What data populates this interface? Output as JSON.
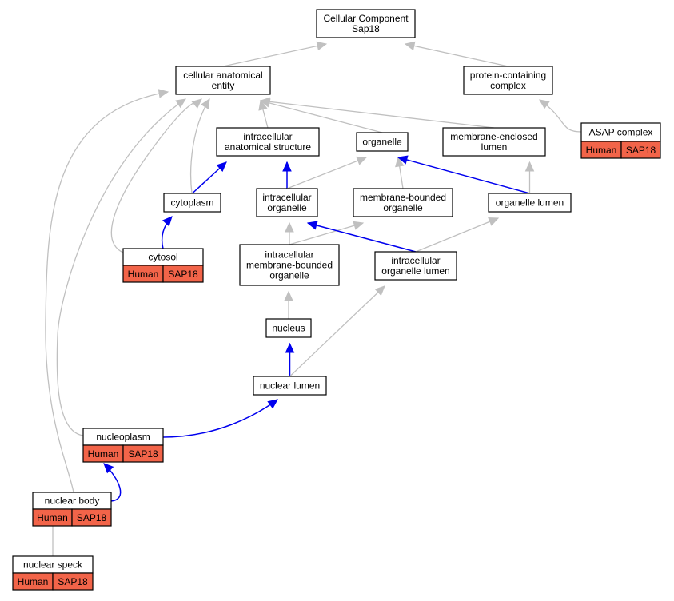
{
  "colors": {
    "annotation_fill": "#f26449",
    "edge_is_a": "#c0c0c0",
    "edge_highlight": "#0000ee",
    "node_border": "#000000",
    "node_fill": "#ffffff"
  },
  "nodes": {
    "root": {
      "lines": [
        "Cellular Component",
        "Sap18"
      ]
    },
    "cellular_anatomical_entity": {
      "lines": [
        "cellular anatomical",
        "entity"
      ]
    },
    "protein_containing_complex": {
      "lines": [
        "protein-containing",
        "complex"
      ]
    },
    "intracellular_anatomical_structure": {
      "lines": [
        "intracellular",
        "anatomical structure"
      ]
    },
    "organelle": {
      "lines": [
        "organelle"
      ]
    },
    "membrane_enclosed_lumen": {
      "lines": [
        "membrane-enclosed",
        "lumen"
      ]
    },
    "asap_complex": {
      "lines": [
        "ASAP complex"
      ],
      "annotation": {
        "species": "Human",
        "gene": "SAP18"
      }
    },
    "cytoplasm": {
      "lines": [
        "cytoplasm"
      ]
    },
    "intracellular_organelle": {
      "lines": [
        "intracellular",
        "organelle"
      ]
    },
    "membrane_bounded_organelle": {
      "lines": [
        "membrane-bounded",
        "organelle"
      ]
    },
    "organelle_lumen": {
      "lines": [
        "organelle lumen"
      ]
    },
    "cytosol": {
      "lines": [
        "cytosol"
      ],
      "annotation": {
        "species": "Human",
        "gene": "SAP18"
      }
    },
    "intracellular_membrane_bounded_organelle": {
      "lines": [
        "intracellular",
        "membrane-bounded",
        "organelle"
      ]
    },
    "intracellular_organelle_lumen": {
      "lines": [
        "intracellular",
        "organelle lumen"
      ]
    },
    "nucleus": {
      "lines": [
        "nucleus"
      ]
    },
    "nuclear_lumen": {
      "lines": [
        "nuclear lumen"
      ]
    },
    "nucleoplasm": {
      "lines": [
        "nucleoplasm"
      ],
      "annotation": {
        "species": "Human",
        "gene": "SAP18"
      }
    },
    "nuclear_body": {
      "lines": [
        "nuclear body"
      ],
      "annotation": {
        "species": "Human",
        "gene": "SAP18"
      }
    },
    "nuclear_speck": {
      "lines": [
        "nuclear speck"
      ],
      "annotation": {
        "species": "Human",
        "gene": "SAP18"
      }
    }
  },
  "edges": [
    {
      "from": "cellular_anatomical_entity",
      "to": "root",
      "style": "grey"
    },
    {
      "from": "protein_containing_complex",
      "to": "root",
      "style": "grey"
    },
    {
      "from": "asap_complex",
      "to": "protein_containing_complex",
      "style": "grey"
    },
    {
      "from": "intracellular_anatomical_structure",
      "to": "cellular_anatomical_entity",
      "style": "grey"
    },
    {
      "from": "organelle",
      "to": "cellular_anatomical_entity",
      "style": "grey"
    },
    {
      "from": "membrane_enclosed_lumen",
      "to": "cellular_anatomical_entity",
      "style": "grey"
    },
    {
      "from": "cytoplasm",
      "to": "cellular_anatomical_entity",
      "style": "grey"
    },
    {
      "from": "cytosol",
      "to": "cellular_anatomical_entity",
      "style": "grey"
    },
    {
      "from": "nucleoplasm",
      "to": "cellular_anatomical_entity",
      "style": "grey"
    },
    {
      "from": "nuclear_body",
      "to": "cellular_anatomical_entity",
      "style": "grey"
    },
    {
      "from": "cytoplasm",
      "to": "intracellular_anatomical_structure",
      "style": "blue"
    },
    {
      "from": "intracellular_organelle",
      "to": "intracellular_anatomical_structure",
      "style": "blue"
    },
    {
      "from": "cytosol",
      "to": "cytoplasm",
      "style": "blue"
    },
    {
      "from": "intracellular_organelle",
      "to": "organelle",
      "style": "grey"
    },
    {
      "from": "membrane_bounded_organelle",
      "to": "organelle",
      "style": "grey"
    },
    {
      "from": "organelle_lumen",
      "to": "organelle",
      "style": "blue"
    },
    {
      "from": "organelle_lumen",
      "to": "membrane_enclosed_lumen",
      "style": "grey"
    },
    {
      "from": "intracellular_membrane_bounded_organelle",
      "to": "intracellular_organelle",
      "style": "grey"
    },
    {
      "from": "intracellular_membrane_bounded_organelle",
      "to": "membrane_bounded_organelle",
      "style": "grey"
    },
    {
      "from": "intracellular_organelle_lumen",
      "to": "intracellular_organelle",
      "style": "blue"
    },
    {
      "from": "intracellular_organelle_lumen",
      "to": "organelle_lumen",
      "style": "grey"
    },
    {
      "from": "nucleus",
      "to": "intracellular_membrane_bounded_organelle",
      "style": "grey"
    },
    {
      "from": "nuclear_lumen",
      "to": "nucleus",
      "style": "blue"
    },
    {
      "from": "nuclear_lumen",
      "to": "intracellular_organelle_lumen",
      "style": "grey"
    },
    {
      "from": "nucleoplasm",
      "to": "nuclear_lumen",
      "style": "blue"
    },
    {
      "from": "nuclear_body",
      "to": "nucleoplasm",
      "style": "blue"
    },
    {
      "from": "nuclear_speck",
      "to": "nuclear_body",
      "style": "grey"
    }
  ]
}
